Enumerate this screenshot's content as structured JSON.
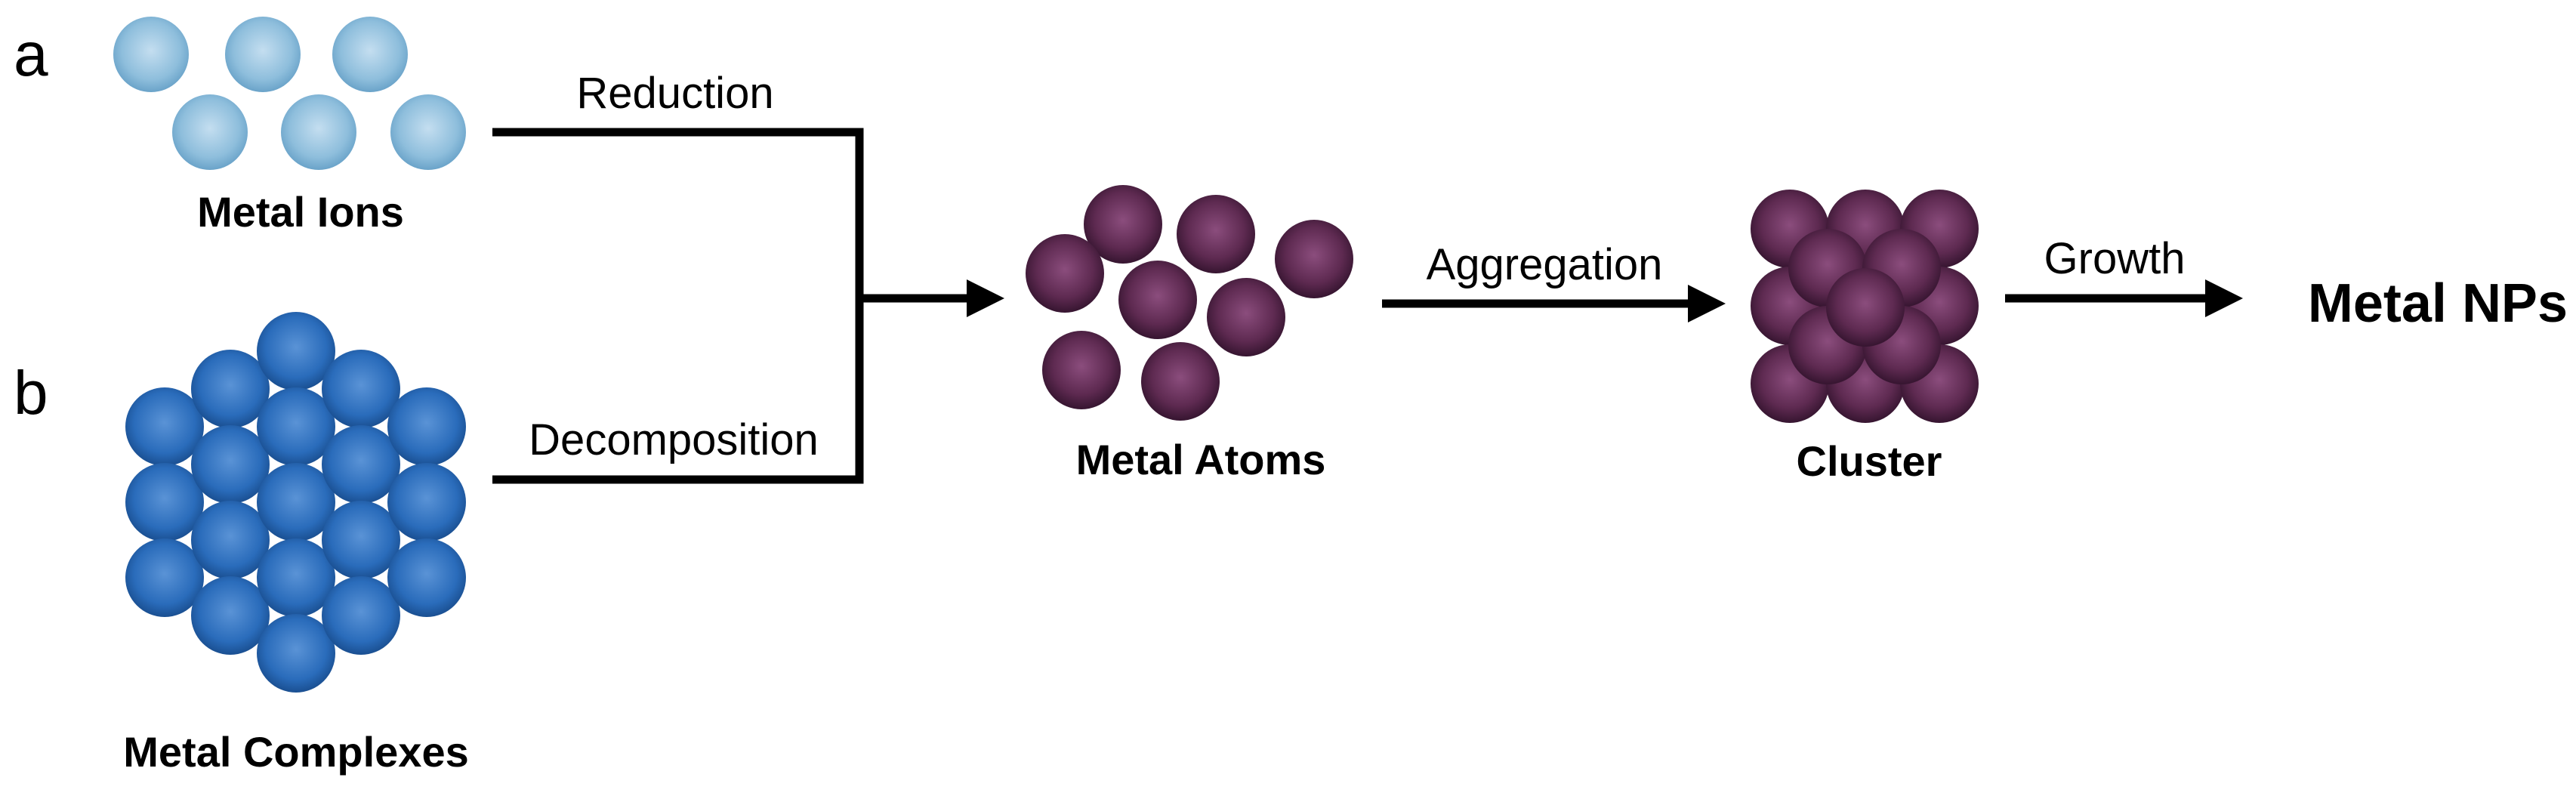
{
  "panels": {
    "a": "a",
    "b": "b"
  },
  "stages": {
    "metal_ions": "Metal Ions",
    "metal_complexes": "Metal Complexes",
    "metal_atoms": "Metal Atoms",
    "cluster": "Cluster",
    "metal_nps": "Metal NPs"
  },
  "processes": {
    "reduction": "Reduction",
    "decomposition": "Decomposition",
    "aggregation": "Aggregation",
    "growth": "Growth"
  },
  "colors": {
    "ion_light": "#c4def0",
    "ion_base": "#8ebedc",
    "ion_dark": "#6aa3c9",
    "complex_light": "#5a93d6",
    "complex_base": "#2a6cbb",
    "complex_dark": "#1a4f91",
    "atom_light": "#8b4d7d",
    "atom_base": "#5e2a51",
    "atom_dark": "#361530",
    "arrow": "#000000"
  }
}
